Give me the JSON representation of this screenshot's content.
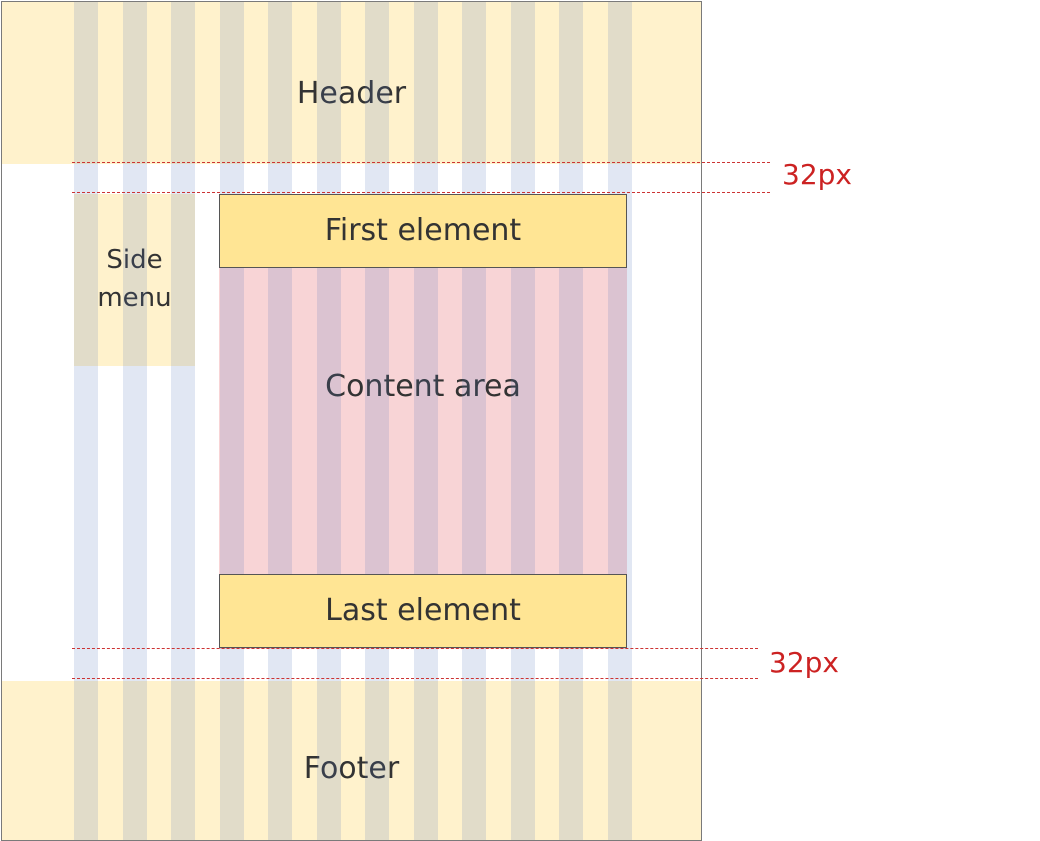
{
  "labels": {
    "header": "Header",
    "side_menu_line1": "Side",
    "side_menu_line2": "menu",
    "first_element": "First element",
    "content_area": "Content area",
    "last_element": "Last element",
    "footer": "Footer"
  },
  "measurements": {
    "top_spacing": "32px",
    "bottom_spacing": "32px"
  },
  "colors": {
    "header_footer": "#fff2cc",
    "element_box": "#ffe594",
    "content_area": "#f8d4d6",
    "grid_column": "#dfe6f3",
    "measure_line": "#cc3333"
  }
}
